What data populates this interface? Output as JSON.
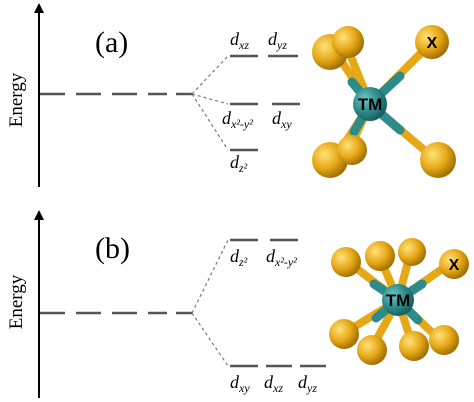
{
  "colors": {
    "line": "#555555",
    "axis": "#000000",
    "gold": "#E6A817",
    "gold_dark": "#B07D00",
    "teal": "#2E8B8B",
    "teal_dark": "#1C6666"
  },
  "panel_a": {
    "label": "(a)",
    "axis_label": "Energy",
    "upper_levels": [
      {
        "main": "d",
        "sub": "xz"
      },
      {
        "main": "d",
        "sub": "yz"
      }
    ],
    "middle_levels": [
      {
        "main": "d",
        "sub": "x²-y²"
      },
      {
        "main": "d",
        "sub": "xy"
      }
    ],
    "lower_levels": [
      {
        "main": "d",
        "sub": "z²"
      }
    ],
    "molecule": {
      "center_label": "TM",
      "ligand_label": "X"
    }
  },
  "panel_b": {
    "label": "(b)",
    "axis_label": "Energy",
    "upper_levels": [
      {
        "main": "d",
        "sub": "z²"
      },
      {
        "main": "d",
        "sub": "x²-y²"
      }
    ],
    "lower_levels": [
      {
        "main": "d",
        "sub": "xy"
      },
      {
        "main": "d",
        "sub": "xz"
      },
      {
        "main": "d",
        "sub": "yz"
      }
    ],
    "molecule": {
      "center_label": "TM",
      "ligand_label": "X"
    }
  }
}
